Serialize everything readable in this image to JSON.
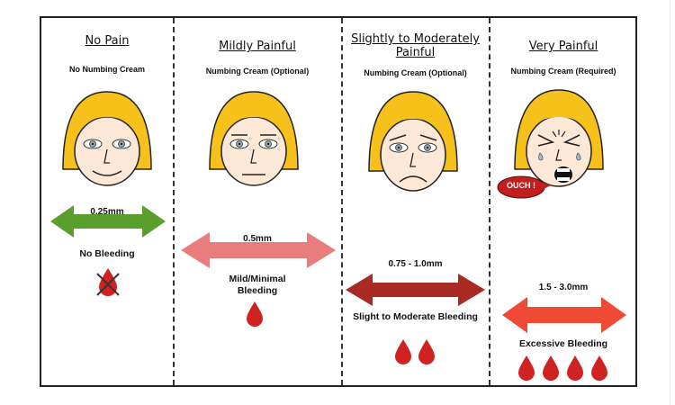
{
  "colors": {
    "hair": "#f7c11c",
    "skin": "#fde8d8",
    "arrow_green": "#5a9e2e",
    "arrow_pink": "#e97d7d",
    "arrow_darkred": "#a82a22",
    "arrow_red": "#ef4a36",
    "drop": "#d12222"
  },
  "panels": [
    {
      "title": "No Pain",
      "cream": "No Numbing Cream",
      "size": "0.25mm",
      "bleeding": "No Bleeding"
    },
    {
      "title": "Mildly Painful",
      "cream": "Numbing Cream (Optional)",
      "size": "0.5mm",
      "bleeding": "Mild/Minimal Bleeding"
    },
    {
      "title": "Slightly to Moderately Painful",
      "cream": "Numbing Cream (Optional)",
      "size": "0.75 - 1.0mm",
      "bleeding": "Slight to Moderate Bleeding"
    },
    {
      "title": "Very Painful",
      "cream": "Numbing Cream (Required)",
      "size": "1.5 - 3.0mm",
      "bleeding": "Excessive Bleeding",
      "exclamation": "OUCH !"
    }
  ]
}
